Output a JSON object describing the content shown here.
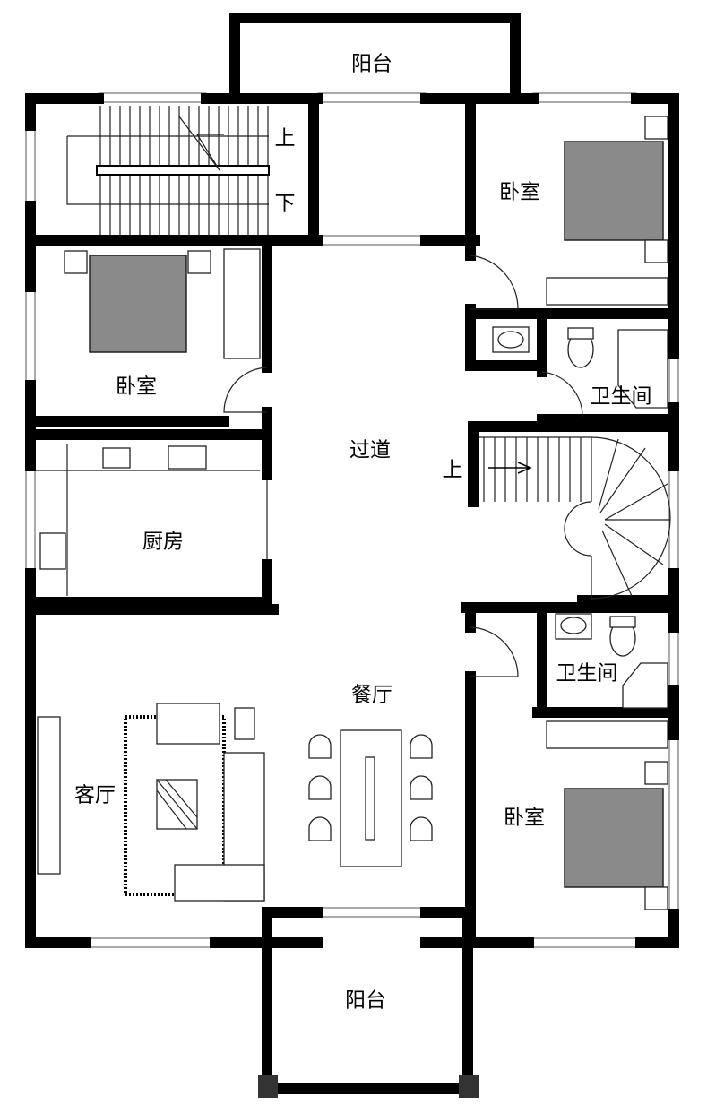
{
  "title": "Floor plan",
  "rooms": {
    "balcony_top": "阳台",
    "stair_up": "上",
    "stair_down": "下",
    "bedroom_top_right": "卧室",
    "bedroom_left": "卧室",
    "corridor": "过道",
    "bathroom_upper": "卫生间",
    "spiral_stair_up": "上",
    "kitchen": "厨房",
    "dining": "餐厅",
    "bathroom_lower": "卫生间",
    "living": "客厅",
    "bedroom_bottom_right": "卧室",
    "balcony_bottom": "阳台"
  },
  "colors": {
    "wall": "#000000",
    "bed_pattern": "#8a8a8a"
  }
}
